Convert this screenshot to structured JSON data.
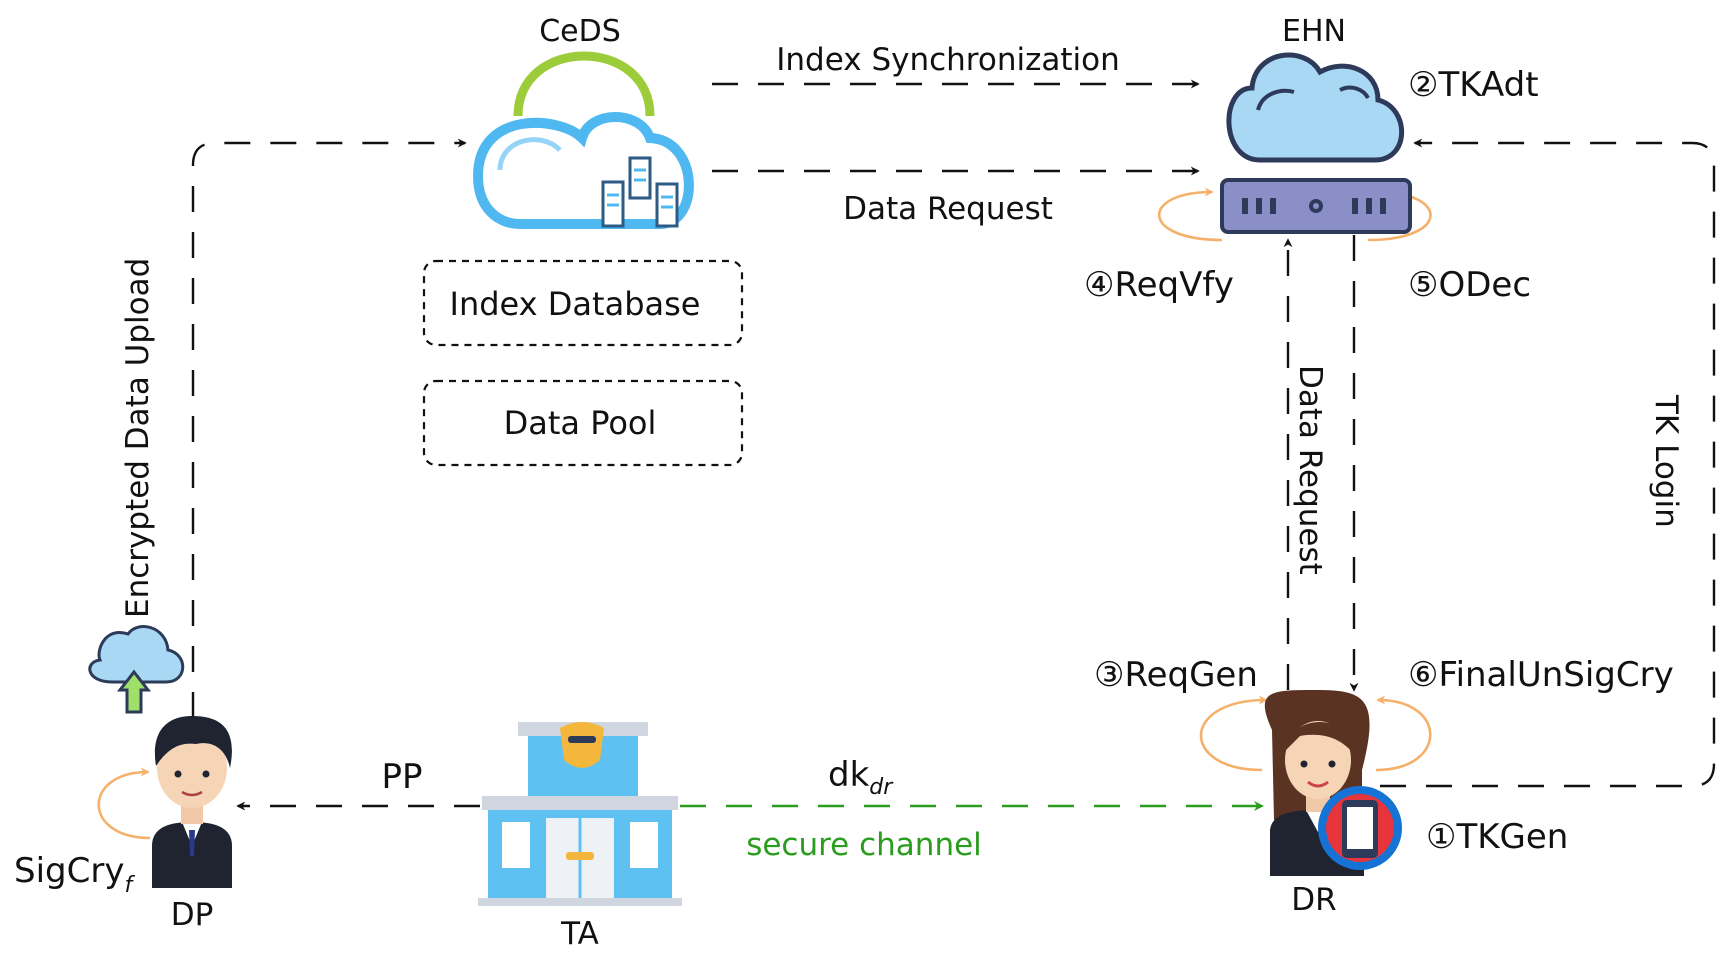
{
  "nodes": {
    "ceds": "CeDS",
    "ehn": "EHN",
    "dp": "DP",
    "ta": "TA",
    "dr": "DR",
    "index_database": "Index Database",
    "data_pool": "Data Pool"
  },
  "edges": {
    "index_sync": "Index Synchronization",
    "data_request_top": "Data Request",
    "data_request_vertical": "Data Request",
    "tk_login": "TK Login",
    "encrypted_upload": "Encrypted Data Upload",
    "pp": "PP",
    "dk_main": "dk",
    "dk_sub": "dr",
    "secure_channel": "secure channel"
  },
  "steps": {
    "s1": "①TKGen",
    "s2": "②TKAdt",
    "s3": "③ReqGen",
    "s4": "④ReqVfy",
    "s5": "⑤ODec",
    "s6": "⑥FinalUnSigCry",
    "sigcry_main": "SigCry",
    "sigcry_sub": "f"
  },
  "colors": {
    "arrow": "#111111",
    "secure": "#2a9d1f",
    "loop": "#f5b06a",
    "cloud_blue": "#4fb8f0",
    "cloud_green": "#9ccc3a",
    "ehn_cloud": "#a9d8f5",
    "server": "#8b8fc7"
  },
  "icons": [
    "cloud-server-icon",
    "cloud-icon",
    "server-icon",
    "cloud-upload-icon",
    "man-avatar-icon",
    "woman-avatar-icon",
    "smartphone-icon",
    "police-building-icon"
  ]
}
